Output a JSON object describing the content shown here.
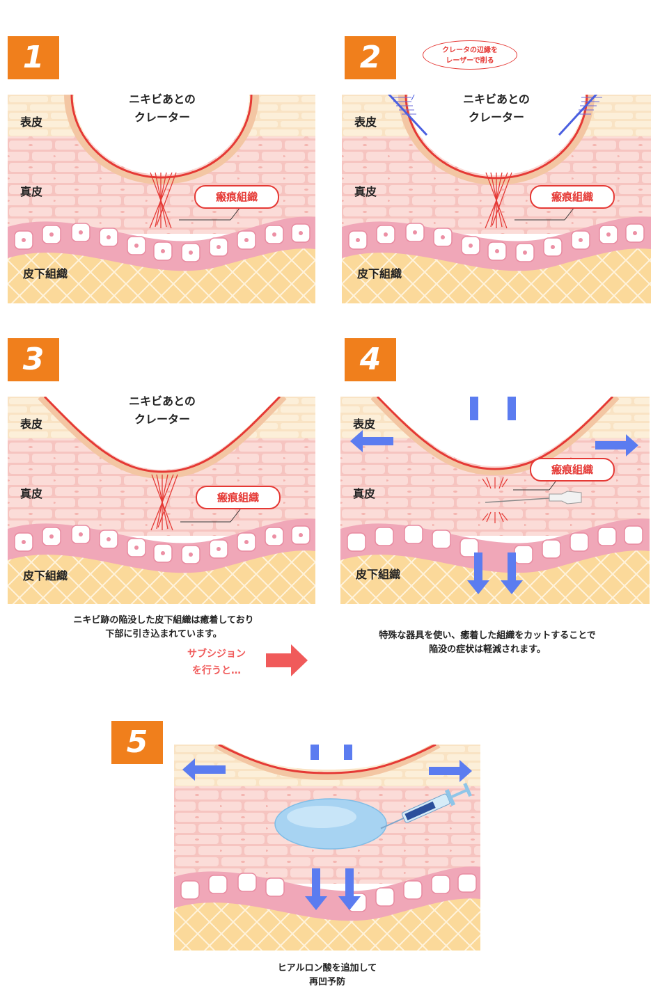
{
  "panels": [
    {
      "number": "1",
      "crater_label": "ニキビあとの\nクレーター",
      "epidermis": "表皮",
      "dermis": "真皮",
      "subcutaneous": "皮下組織",
      "scar_label": "瘢痕組織"
    },
    {
      "number": "2",
      "crater_label": "ニキビあとの\nクレーター",
      "epidermis": "表皮",
      "dermis": "真皮",
      "subcutaneous": "皮下組織",
      "scar_label": "瘢痕組織",
      "laser_note": "クレータの辺縁を\nレーザーで削る"
    },
    {
      "number": "3",
      "crater_label": "ニキビあとの\nクレーター",
      "epidermis": "表皮",
      "dermis": "真皮",
      "subcutaneous": "皮下組織",
      "scar_label": "瘢痕組織"
    },
    {
      "number": "4",
      "epidermis": "表皮",
      "dermis": "真皮",
      "subcutaneous": "皮下組織",
      "scar_label": "瘢痕組織"
    },
    {
      "number": "5"
    }
  ],
  "captions": {
    "panel3": "ニキビ跡の陥没した皮下組織は癒着しており\n下部に引き込まれています。",
    "subcision": "サブシジョン\nを行うと…",
    "panel4": "特殊な器具を使い、癒着した組織をカットすることで\n陥没の症状は軽減されます。",
    "panel5": "ヒアルロン酸を追加して\n再凹予防"
  },
  "colors": {
    "badge": "#f07f1c",
    "epidermis": "#f9e3c4",
    "dermis": "#f6c9c6",
    "fat": "#fbd99a",
    "crater_line": "#e53935",
    "arrow_blue": "#5b7cf0",
    "arrow_red": "#f05a5a"
  }
}
